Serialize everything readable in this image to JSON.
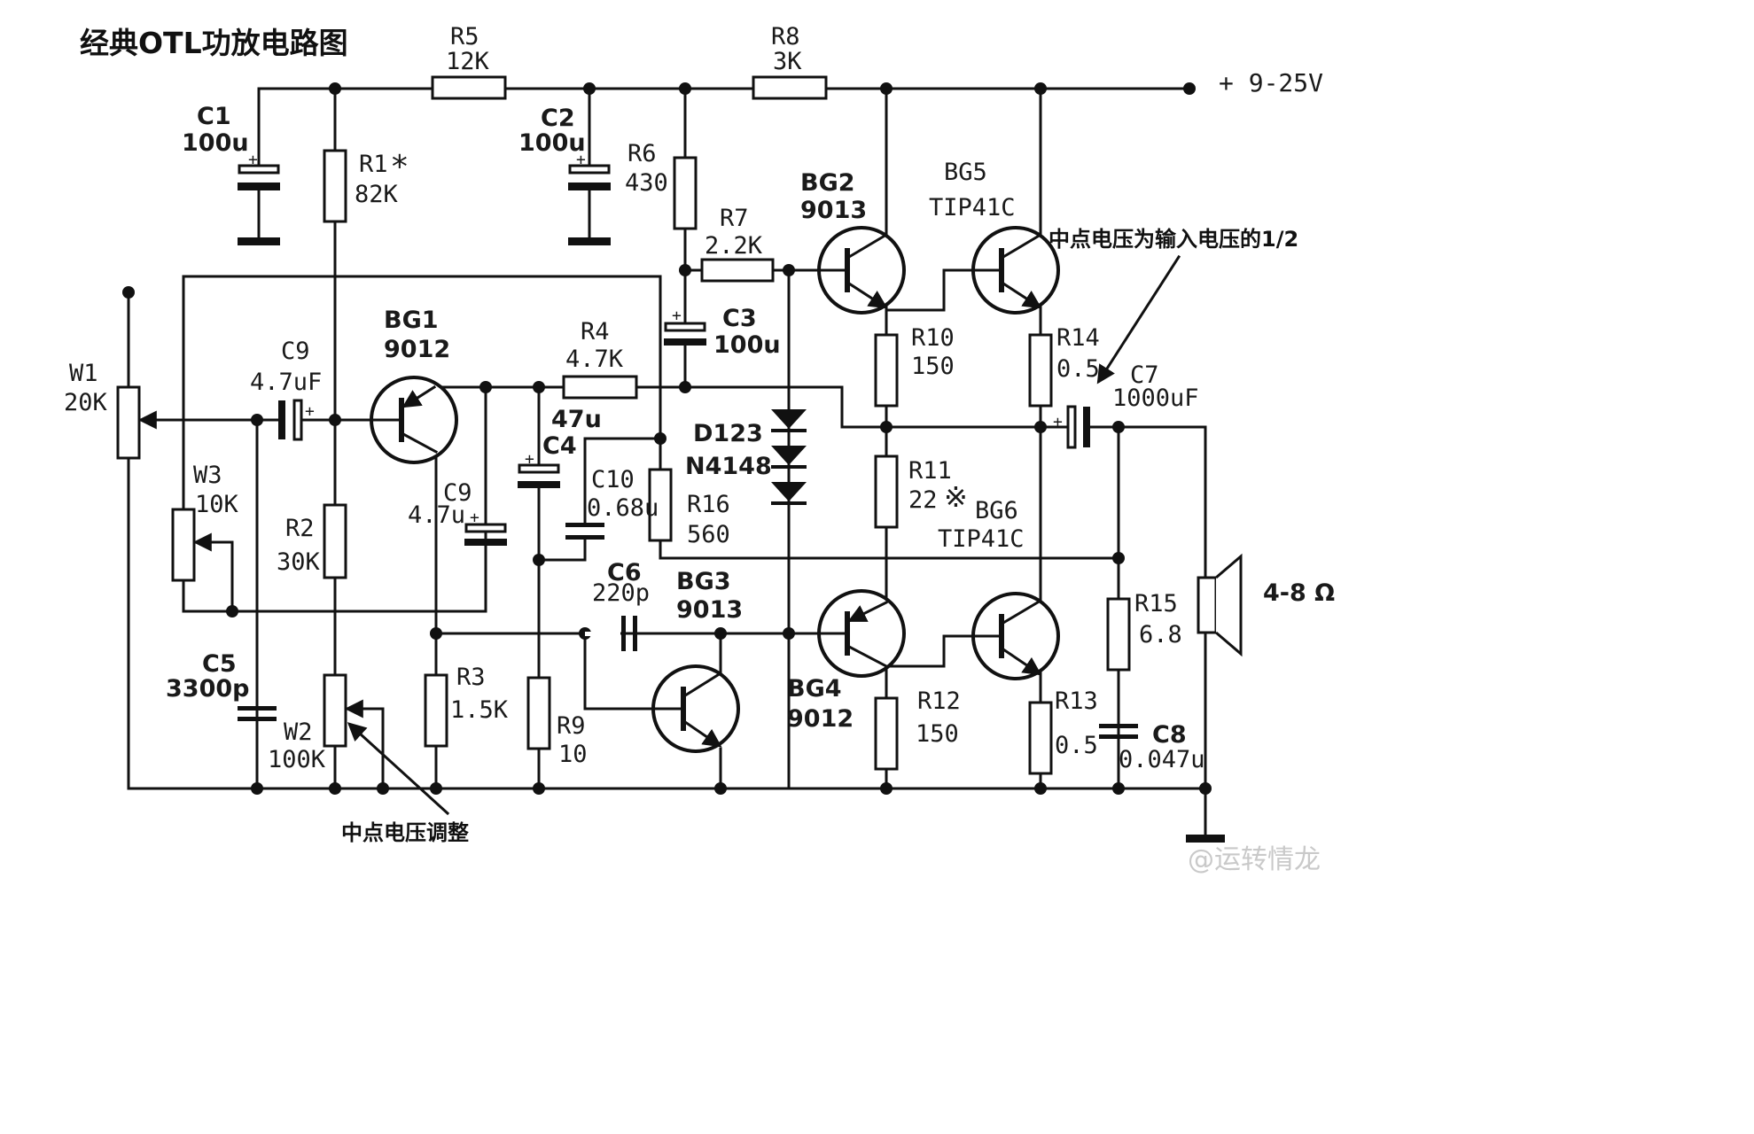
{
  "title": "经典OTL功放电路图",
  "supply": "+ 9-25V",
  "notes": {
    "midpoint": "中点电压为输入电压的1/2",
    "adjust": "中点电压调整"
  },
  "speaker": "4-8 Ω",
  "watermark": "@运转情龙",
  "components": {
    "r5": {
      "name": "R5",
      "value": "12K"
    },
    "r8": {
      "name": "R8",
      "value": "3K"
    },
    "c1": {
      "name": "C1",
      "value": "100u"
    },
    "r1": {
      "name": "R1",
      "value": "82K"
    },
    "c2": {
      "name": "C2",
      "value": "100u"
    },
    "r6": {
      "name": "R6",
      "value": "430"
    },
    "bg2": {
      "name": "BG2",
      "value": "9013"
    },
    "bg5": {
      "name": "BG5",
      "value": "TIP41C"
    },
    "r7": {
      "name": "R7",
      "value": "2.2K"
    },
    "c3": {
      "name": "C3",
      "value": "100u"
    },
    "bg1": {
      "name": "BG1",
      "value": "9012"
    },
    "r4": {
      "name": "R4",
      "value": "4.7K"
    },
    "c9a": {
      "name": "C9",
      "value": "4.7uF"
    },
    "w1": {
      "name": "W1",
      "value": "20K"
    },
    "r10": {
      "name": "R10",
      "value": "150"
    },
    "r14": {
      "name": "R14",
      "value": "0.5"
    },
    "c7": {
      "name": "C7",
      "value": "1000uF"
    },
    "c4": {
      "name": "C4",
      "value": "47u"
    },
    "d123": {
      "name": "D123",
      "value": "N4148"
    },
    "c10": {
      "name": "C10",
      "value": "0.68u"
    },
    "r16": {
      "name": "R16",
      "value": "560"
    },
    "w3": {
      "name": "W3",
      "value": "10K"
    },
    "c9b": {
      "name": "C9",
      "value": "4.7u"
    },
    "r11": {
      "name": "R11",
      "value": "22"
    },
    "bg6": {
      "name": "BG6",
      "value": "TIP41C"
    },
    "r2": {
      "name": "R2",
      "value": "30K"
    },
    "c6": {
      "name": "C6",
      "value": "220p"
    },
    "bg3": {
      "name": "BG3",
      "value": "9013"
    },
    "r15": {
      "name": "R15",
      "value": "6.8"
    },
    "c5": {
      "name": "C5",
      "value": "3300p"
    },
    "r3": {
      "name": "R3",
      "value": "1.5K"
    },
    "bg4": {
      "name": "BG4",
      "value": "9012"
    },
    "r12": {
      "name": "R12",
      "value": "150"
    },
    "r13": {
      "name": "R13",
      "value": "0.5"
    },
    "c8": {
      "name": "C8",
      "value": "0.047u"
    },
    "r9": {
      "name": "R9",
      "value": "10"
    },
    "w2": {
      "name": "W2",
      "value": "100K"
    }
  },
  "marks": {
    "r1": "*",
    "r11": "※"
  }
}
